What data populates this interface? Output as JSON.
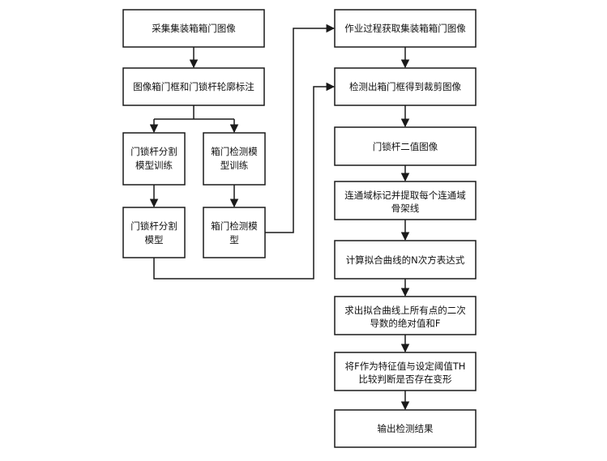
{
  "diagram": {
    "nodes": {
      "collect": "采集集装箱箱门图像",
      "annotate": "图像箱门框和门锁杆轮廓标注",
      "lock_train": [
        "门锁杆分割",
        "模型训练"
      ],
      "door_train": [
        "箱门检测模",
        "型训练"
      ],
      "lock_model": [
        "门锁杆分割",
        "模型"
      ],
      "door_model": [
        "箱门检测模",
        "型"
      ],
      "capture": "作业过程获取集装箱箱门图像",
      "detect_crop": "检测出箱门框得到裁剪图像",
      "binary": "门锁杆二值图像",
      "skeleton": [
        "连通域标记并提取每个连通域",
        "骨架线"
      ],
      "fit": "计算拟合曲线的N次方表达式",
      "derivative": [
        "求出拟合曲线上所有点的二次",
        "导数的绝对值和F"
      ],
      "compare": [
        "将F作为特征值与设定阈值TH",
        "比较判断是否存在变形"
      ],
      "output": "输出检测结果"
    }
  }
}
